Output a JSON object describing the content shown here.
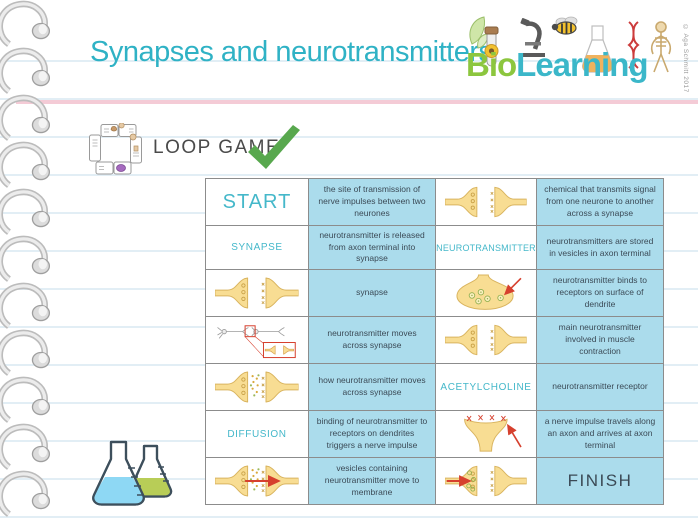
{
  "header": {
    "title": "Synapses and neurotransmitters",
    "copyright": "© Aga Schmitt 2017",
    "logo": {
      "bio": "Bio",
      "learning": "Learning"
    }
  },
  "loop_game": {
    "label": "LOOP GAME"
  },
  "colors": {
    "teal": "#3cb5c7",
    "cell_blue": "#abdcec",
    "pink_rule": "#f4cbd6",
    "check_green": "#58a84e",
    "dark_text": "#3b4a56",
    "logo_green": "#8cc63e",
    "synapse_yellow": "#f8dd93",
    "synapse_outline": "#d9b45f",
    "arrow_red": "#d6402e"
  },
  "icons": {
    "binding": "spiral-coil-icon",
    "loop_game": "domino-loop-icon",
    "tick": "check-icon",
    "footer": "flasks-icon",
    "r1c3": "synapse-icon",
    "r3c1": "synapse-icon",
    "r3c3": "axon-terminal-vesicles-icon",
    "r4c1": "neurone-chain-magnifier-icon",
    "r4c3": "synapse-icon",
    "r5c1": "synapse-particles-icon",
    "r6c3": "dendrite-receptors-arrow-icon",
    "r7c1": "synapse-arrow-right-icon",
    "r7c3": "synapse-arrow-vesicles-icon"
  },
  "table": {
    "cells": {
      "r1c1": "START",
      "r1c2": "the site of transmission of nerve impulses between two neurones",
      "r1c4": "chemical that transmits signal from one neurone to another across a synapse",
      "r2c1": "SYNAPSE",
      "r2c2": "neurotransmitter is released from axon terminal into synapse",
      "r2c3": "NEUROTRANSMITTER",
      "r2c4": "neurotransmitters are stored in vesicles in axon terminal",
      "r3c2": "synapse",
      "r3c4": "neurotransmitter binds to receptors on surface of dendrite",
      "r4c2": "neurotransmitter moves across synapse",
      "r4c4": "main neurotransmitter involved in muscle contraction",
      "r5c2": "how neurotransmitter moves across synapse",
      "r5c3": "ACETYLCHOLINE",
      "r5c4": "neurotransmitter receptor",
      "r6c1": "DIFFUSION",
      "r6c2": "binding of neurotransmitter to receptors on dendrites triggers a nerve impulse",
      "r6c4": "a nerve impulse travels along an axon and arrives at axon terminal",
      "r7c2": "vesicles containing neurotransmitter move to membrane",
      "r7c4": "FINISH"
    }
  }
}
